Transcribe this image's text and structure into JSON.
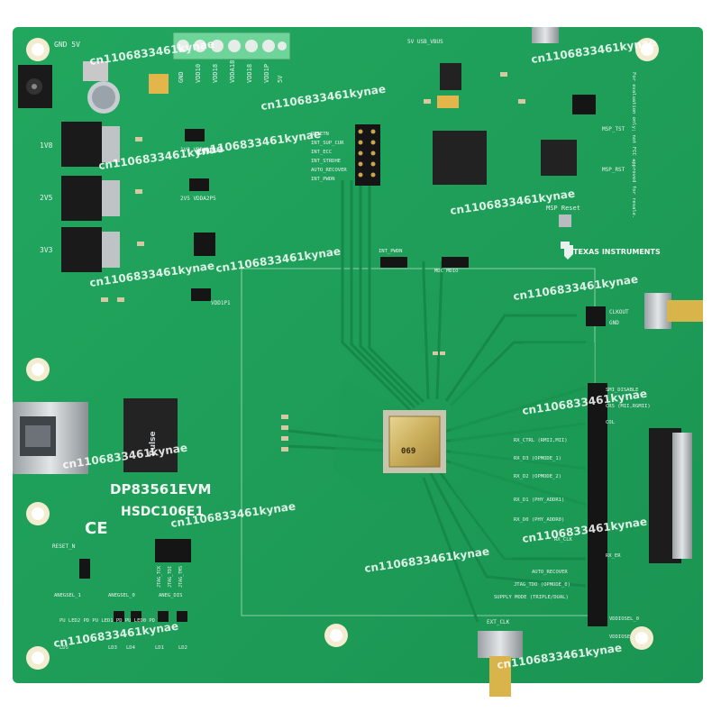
{
  "board": {
    "model": "DP83561EVM",
    "code": "HSDC106E1",
    "brand": "TEXAS INSTRUMENTS",
    "ce": "CE",
    "chip_marking": "069",
    "fcc_note": "For evaluation only; not FCC approved for resale.",
    "transformer_brand": "Pulse"
  },
  "watermark": "cn1106833461kynae",
  "colors": {
    "pcb": "#1fa05a",
    "pcb_dark": "#157a43",
    "trace": "#138c4b",
    "silk": "#e9f2ec"
  },
  "labels": {
    "gnd5v": "GND 5V",
    "terminals": [
      "GND",
      "VDD10",
      "VDD18",
      "VDDA18",
      "VDD18",
      "VDD1P",
      "5V"
    ],
    "reg_1v8": "1V8",
    "reg_2v5": "2V5",
    "reg_3v3": "3V3",
    "j_1v8": "1V8 VDDA1P8",
    "j_2v5": "2V5 VDDA2P5",
    "j_vdd": "VDD1P1",
    "usb": "5V USB_VBUS",
    "msp_tst": "MSP_TST",
    "msp_rst": "MSP_RST",
    "msp_reset": "MSP Reset",
    "int_signals": [
      "RESETN",
      "INT_SUP_CUR",
      "INT_ECC",
      "INT_STRDHE",
      "AUTO_RECOVER",
      "INT_PWDN"
    ],
    "int_pwdn": "INT_PWDN",
    "mdc_mdio": "MDC MDIO",
    "clkout": "CLKOUT",
    "gnd": "GND",
    "right_signals": [
      "SMI_DISABLE",
      "CRS (MII,RGMII)",
      "COL",
      "RX_CTRL (RMII,MII)",
      "RX_D3 (OPMODE_1)",
      "RX_D2 (OPMODE_2)",
      "RX_D1 (PHY_ADDR1)",
      "RX_D0 (PHY_ADDR0)",
      "RX_CLK",
      "RX_ER",
      "AUTO_RECOVER",
      "JTAG_TDO (OPMODE_0)",
      "SUPPLY MODE (TRIPLE/DUAL)"
    ],
    "vddiosel0": "VDDIOSEL_0",
    "vddiosel1": "VDDIOSEL_1",
    "ext_clk": "EXT_CLK",
    "reset_n": "RESET_N",
    "jtag": [
      "JTAG_TCK",
      "JTAG_TDI",
      "JTAG_TMS"
    ],
    "aneg0": "ANEGSEL_1",
    "aneg1": "ANEGSEL_0",
    "aneg_dis": "ANEG_DIS",
    "led_row": "PU LED2 PD   PU LED1 PD   PU LED0 PD",
    "led_names": [
      "LD5",
      "LD3",
      "LD4",
      "LD1",
      "LD2"
    ]
  }
}
